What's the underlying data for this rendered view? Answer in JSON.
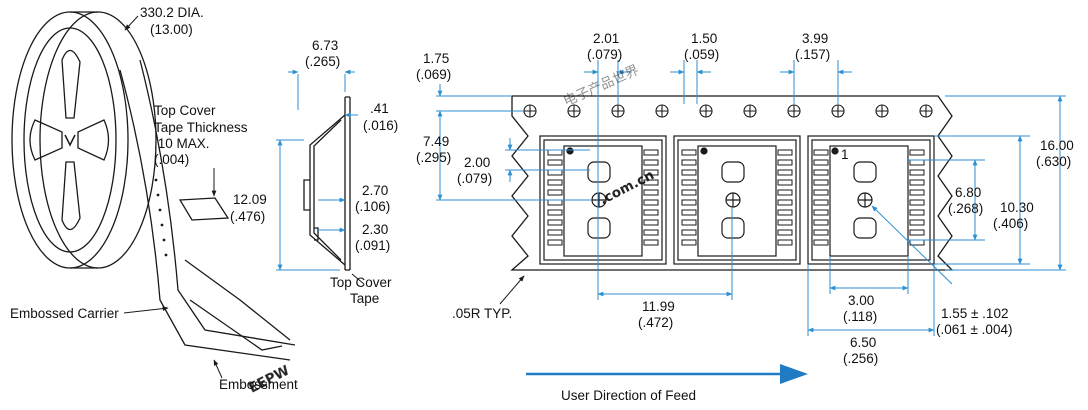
{
  "colors": {
    "line": "#1a1a1a",
    "dim_line": "#2c8fd0",
    "arrow": "#1f7cc4",
    "watermark_red": "#e8242a",
    "watermark_blue": "#1d4fa0",
    "text": "#111111"
  },
  "reel": {
    "diameter_line1": "330.2 DIA.",
    "diameter_line2": "(13.00)"
  },
  "cover_tape": {
    "thickness_line1": "Top Cover",
    "thickness_line2": "Tape Thickness",
    "thickness_line3": ".10 MAX.",
    "thickness_line4": "(.004)"
  },
  "labels": {
    "embossed_carrier": "Embossed Carrier",
    "embossment": "Embossment",
    "top_cover_tape_line1": "Top Cover",
    "top_cover_tape_line2": "Tape",
    "corner_radius": ".05R TYP.",
    "feed_direction": "User Direction of Feed",
    "pin_one": "1"
  },
  "section_dims": {
    "width_mm": "6.73",
    "width_in": "(.265)",
    "tape_mm": ".41",
    "tape_in": "(.016)",
    "height_mm": "12.09",
    "height_in": "(.476)",
    "depth_a_mm": "2.70",
    "depth_a_in": "(.106)",
    "depth_b_mm": "2.30",
    "depth_b_in": "(.091)"
  },
  "tape_dims": {
    "p2_mm": "2.01",
    "p2_in": "(.079)",
    "d0_mm": "1.50",
    "d0_in": "(.059)",
    "p0_mm": "3.99",
    "p0_in": "(.157)",
    "e_mm": "1.75",
    "e_in": "(.069)",
    "f_mm": "7.49",
    "f_in": "(.295)",
    "p2b_mm": "2.00",
    "p2b_in": "(.079)",
    "pitch_mm": "11.99",
    "pitch_in": "(.472)",
    "width_mm": "16.00",
    "width_in": "(.630)",
    "pocket_w_mm": "10.30",
    "pocket_w_in": "(.406)",
    "pocket_l_mm": "6.80",
    "pocket_l_in": "(.268)",
    "hole_mm": "1.55 ± .102",
    "hole_in": "(.061 ± .004)",
    "pocket_a_mm": "3.00",
    "pocket_a_in": "(.118)",
    "pocket_b_mm": "6.50",
    "pocket_b_in": "(.256)"
  },
  "watermark": {
    "brand": "EEPW",
    "domain": ".com.cn",
    "cn_text": "电子产品世界"
  }
}
